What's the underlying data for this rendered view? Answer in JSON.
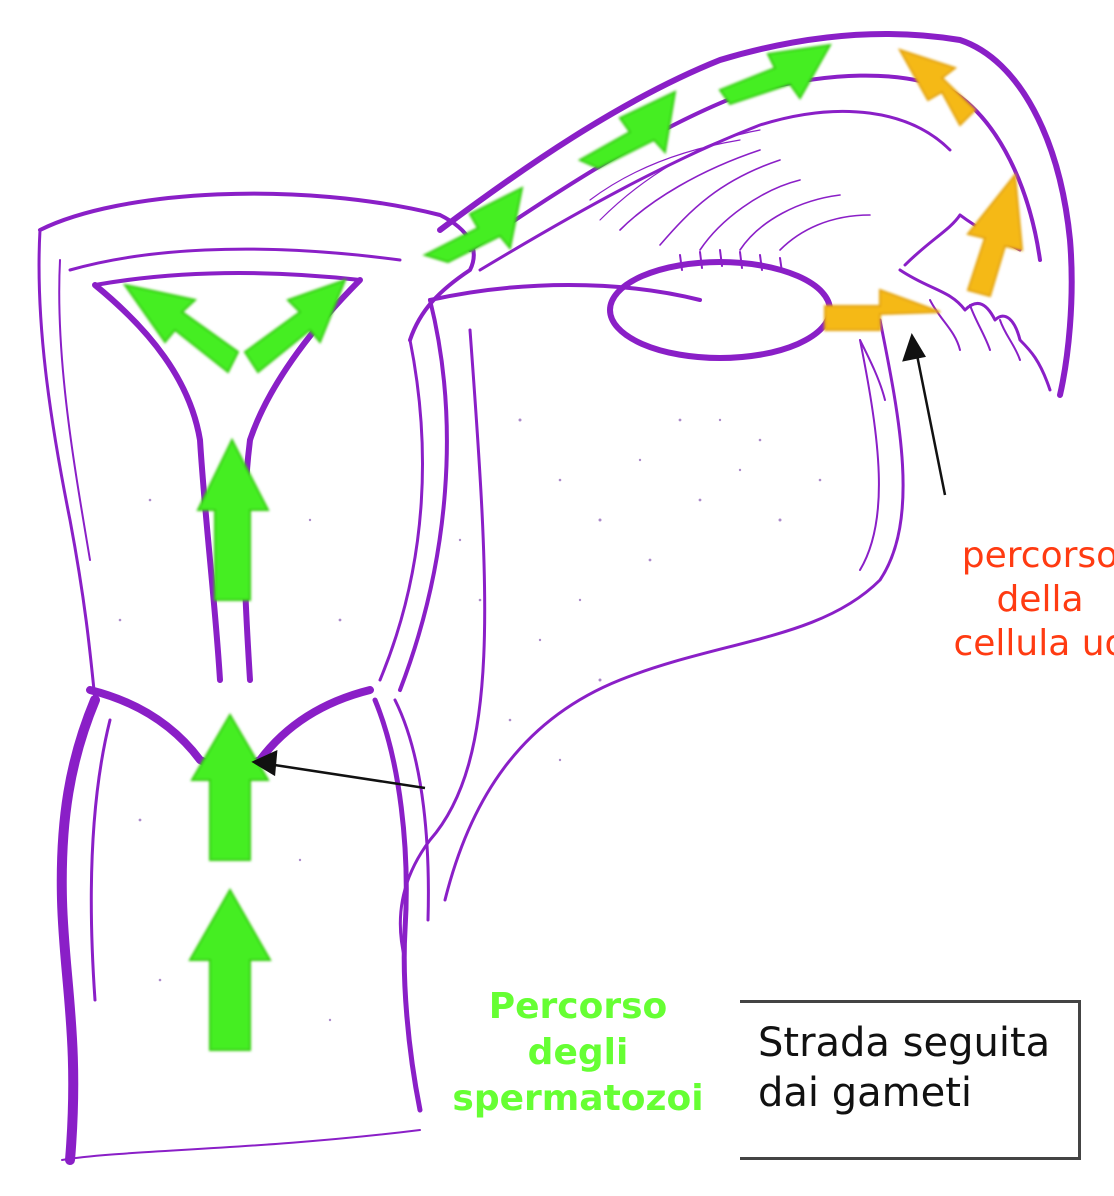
{
  "labels": {
    "egg_path": [
      "percorso",
      "della",
      "cellula uo"
    ],
    "sperm_path": [
      "Percorso",
      "degli",
      "spermatozoi"
    ],
    "box_text": [
      "Strada seguita",
      "dai gameti"
    ]
  },
  "colors": {
    "outline": "#8a1fc7",
    "sperm_arrow": "#44ee22",
    "egg_arrow": "#f5b916",
    "egg_label": "#ff3b12",
    "sperm_label": "#66ff33"
  }
}
